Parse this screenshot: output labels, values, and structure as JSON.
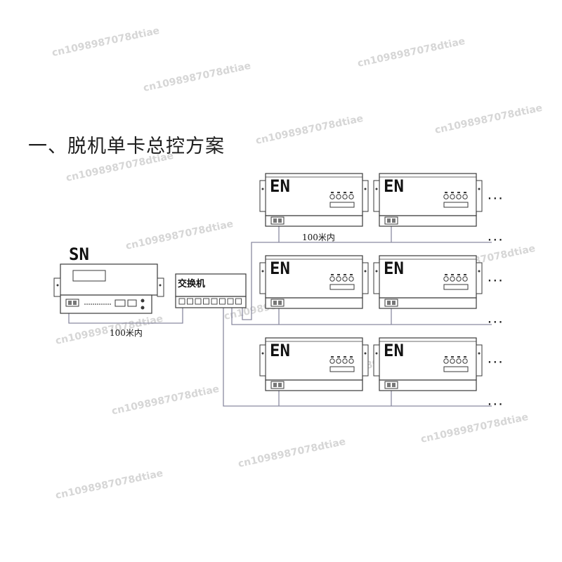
{
  "page": {
    "heading": "一、脱机单卡总控方案"
  },
  "diagram": {
    "sender_label": "SN",
    "switch_label": "交换机",
    "receiver_label": "EN",
    "distance_sn": "100米内",
    "distance_en": "100米内",
    "continuation": "···"
  },
  "watermark": {
    "text": "cn1098987078dtiae"
  },
  "colors": {
    "line": "#3a3a3a",
    "cable": "#8a8aa0",
    "watermark": "#d6d6d6"
  }
}
